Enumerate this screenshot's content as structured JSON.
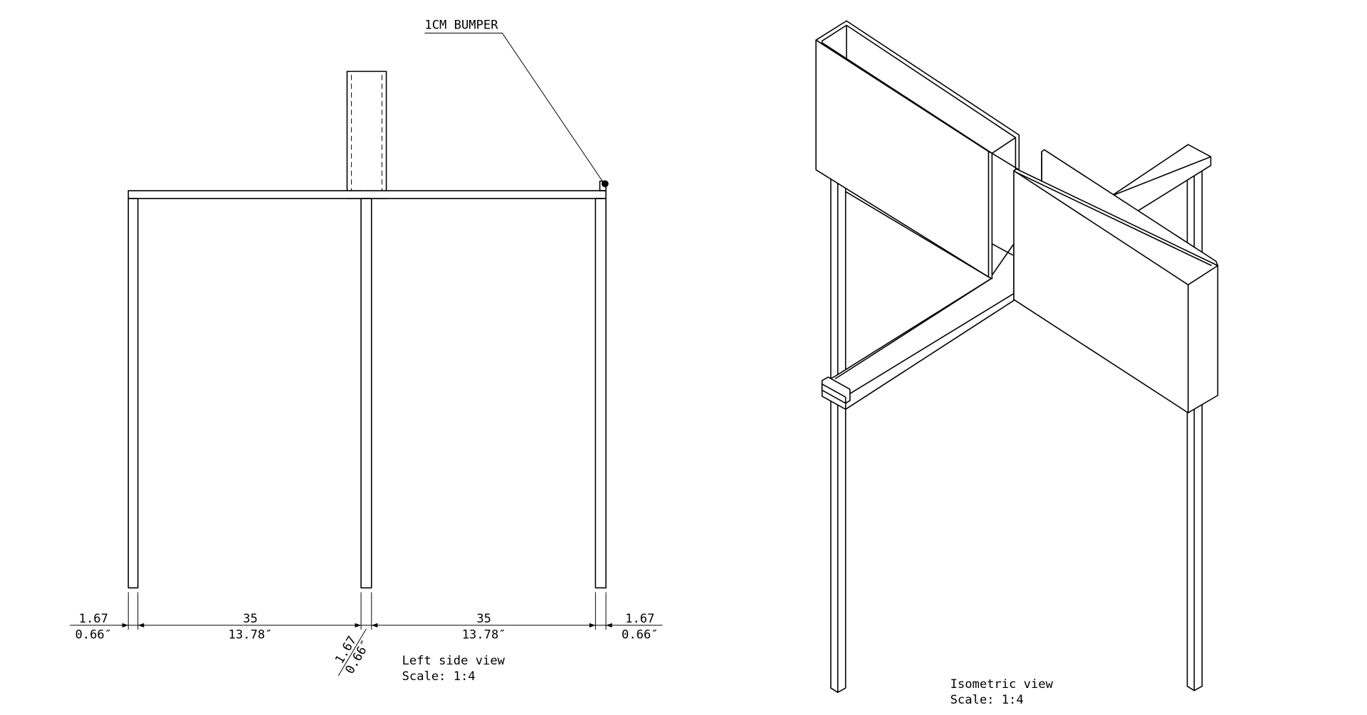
{
  "left_view": {
    "callout": "1CM BUMPER",
    "dimensions": [
      {
        "metric": "1.67",
        "imperial": "0.66″"
      },
      {
        "metric": "35",
        "imperial": "13.78″"
      },
      {
        "metric": "1.67",
        "imperial": "0.66″"
      },
      {
        "metric": "35",
        "imperial": "13.78″"
      },
      {
        "metric": "1.67",
        "imperial": "0.66″"
      }
    ],
    "title": "Left side view",
    "scale": "Scale:  1:4"
  },
  "iso_view": {
    "title": "Isometric view",
    "scale": "Scale:  1:4"
  }
}
